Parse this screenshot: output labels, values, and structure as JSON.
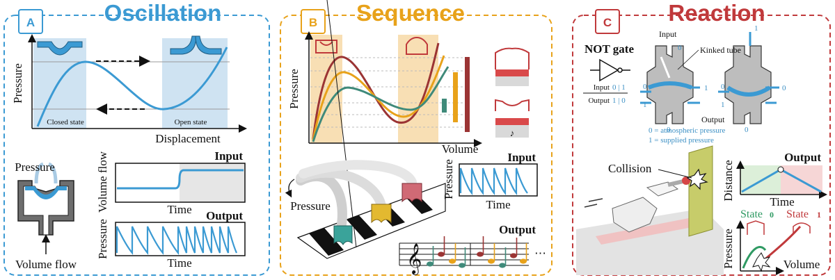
{
  "colors": {
    "blue": "#3b9ad3",
    "orange": "#e8a21a",
    "red": "#c0393b",
    "lightBlue": "#cfe3f2",
    "peach": "#f8dfb4",
    "pink": "#f6d6d6",
    "green": "#2f9a63",
    "teal": "#3f8a7a",
    "darkRed": "#9b3434"
  },
  "panelA": {
    "badge": "A",
    "title": "Oscillation",
    "plot": {
      "ylabel": "Pressure",
      "xlabel": "Displacement",
      "closed": "Closed state",
      "open": "Open state"
    },
    "device": {
      "pressure": "Pressure",
      "flow": "Volume flow"
    },
    "input": {
      "title": "Input",
      "ylabel": "Volume flow",
      "xlabel": "Time"
    },
    "output": {
      "title": "Output",
      "ylabel": "Pressure",
      "xlabel": "Time"
    }
  },
  "panelB": {
    "badge": "B",
    "title": "Sequence",
    "plot": {
      "ylabel": "Pressure",
      "xlabel": "Volume"
    },
    "piano": {
      "pressure": "Pressure"
    },
    "input": {
      "title": "Input",
      "ylabel": "Pressure",
      "xlabel": "Time"
    },
    "output": {
      "title": "Output",
      "dots": "⋯"
    }
  },
  "panelC": {
    "badge": "C",
    "title": "Reaction",
    "notgate": {
      "title": "NOT gate",
      "input": "Input",
      "output": "Output",
      "inVals": "0 | 1",
      "outVals": "1 | 0"
    },
    "circuit": {
      "input": "Input",
      "kinked": "Kinked tube",
      "output": "Output",
      "zero": "0",
      "one": "1",
      "legend0": "0 = atmospheric pressure",
      "legend1": "1 = supplied pressure"
    },
    "robot": {
      "collision": "Collision"
    },
    "outputPlot": {
      "title": "Output",
      "ylabel": "Distance",
      "xlabel": "Time"
    },
    "statePlot": {
      "state0": "State",
      "state0num": "0",
      "state1": "State",
      "state1num": "1",
      "ylabel": "Pressure",
      "xlabel": "Volume"
    }
  }
}
